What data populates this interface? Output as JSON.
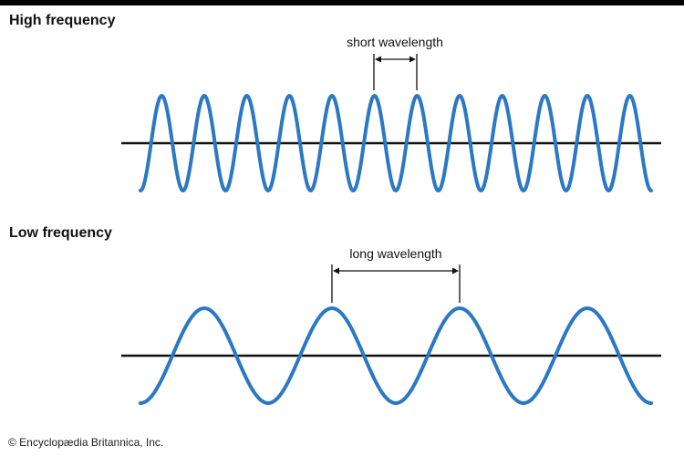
{
  "diagram": {
    "high": {
      "title": "High frequency",
      "annotation": "short wavelength",
      "cycles": 12
    },
    "low": {
      "title": "Low frequency",
      "annotation": "long wavelength",
      "cycles": 4
    },
    "colors": {
      "wave": "#2b78c5",
      "axis": "#111111",
      "annotation": "#111111"
    },
    "copyright": "© Encyclopædia Britannica, Inc."
  }
}
